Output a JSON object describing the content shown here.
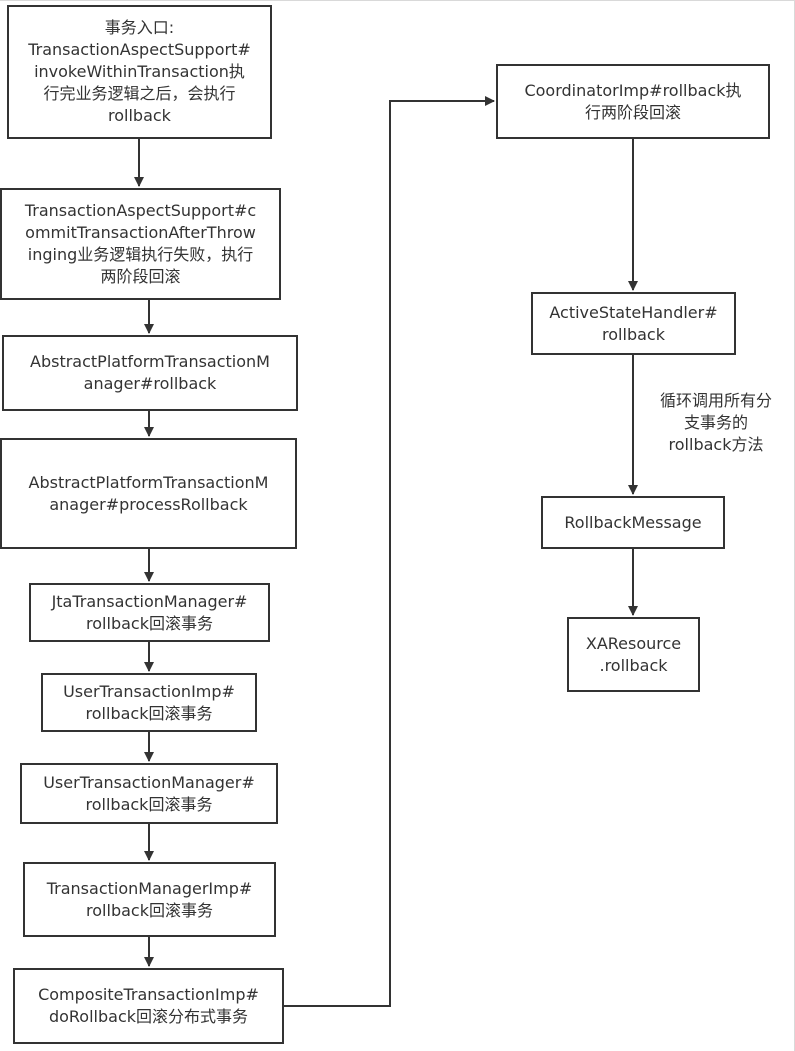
{
  "nodes": {
    "n1": "事务入口:\nTransactionAspectSupport#\ninvokeWithinTransaction执\n行完业务逻辑之后，会执行\nrollback",
    "n2": "TransactionAspectSupport#c\nommitTransactionAfterThrow\ninging业务逻辑执行失败，执行\n两阶段回滚",
    "n3": "AbstractPlatformTransactionM\nanager#rollback",
    "n4": "AbstractPlatformTransactionM\nanager#processRollback",
    "n5": "JtaTransactionManager#\nrollback回滚事务",
    "n6": "UserTransactionImp#\nrollback回滚事务",
    "n7": "UserTransactionManager#\nrollback回滚事务",
    "n8": "TransactionManagerImp#\nrollback回滚事务",
    "n9": "CompositeTransactionImp#\ndoRollback回滚分布式事务",
    "n10": "CoordinatorImp#rollback执\n行两阶段回滚",
    "n11": "ActiveStateHandler#\nrollback",
    "n12": "RollbackMessage",
    "n13": "XAResource\n.rollback"
  },
  "edge_labels": {
    "e11_12": "循环调用所有分\n支事务的\nrollback方法"
  }
}
